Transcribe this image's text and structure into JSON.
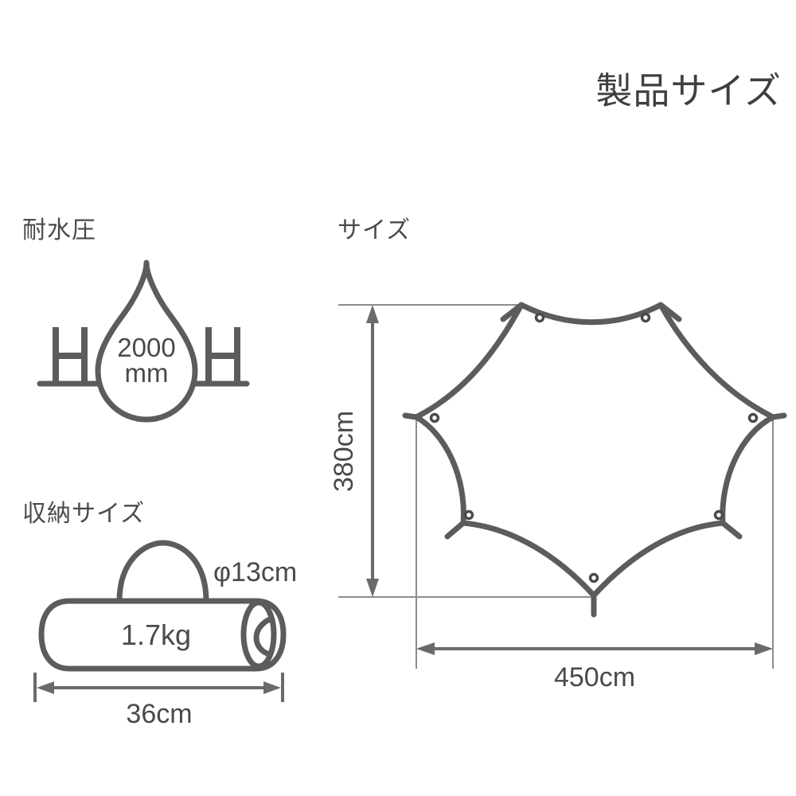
{
  "header": {
    "title": "製品サイズ"
  },
  "sections": {
    "waterproof": {
      "label": "耐水圧",
      "value": "2000",
      "unit": "mm",
      "formula_left": "H",
      "formula_right": "H"
    },
    "storage": {
      "label": "収納サイズ",
      "weight": "1.7kg",
      "diameter": "φ13cm",
      "length": "36cm"
    },
    "size": {
      "label": "サイズ",
      "height": "380cm",
      "width": "450cm"
    }
  },
  "colors": {
    "stroke": "#5c5c5c",
    "text": "#4a4a4a",
    "thin_line": "#8d8d8d",
    "background": "#ffffff"
  },
  "chart_data": {
    "type": "diagram",
    "title": "製品サイズ",
    "items": [
      {
        "name": "耐水圧",
        "value": "2000mm"
      },
      {
        "name": "収納サイズ 重量",
        "value": "1.7kg"
      },
      {
        "name": "収納サイズ 直径",
        "value": "φ13cm"
      },
      {
        "name": "収納サイズ 長さ",
        "value": "36cm"
      },
      {
        "name": "展開サイズ 高さ",
        "value": "380cm"
      },
      {
        "name": "展開サイズ 幅",
        "value": "450cm"
      }
    ]
  }
}
